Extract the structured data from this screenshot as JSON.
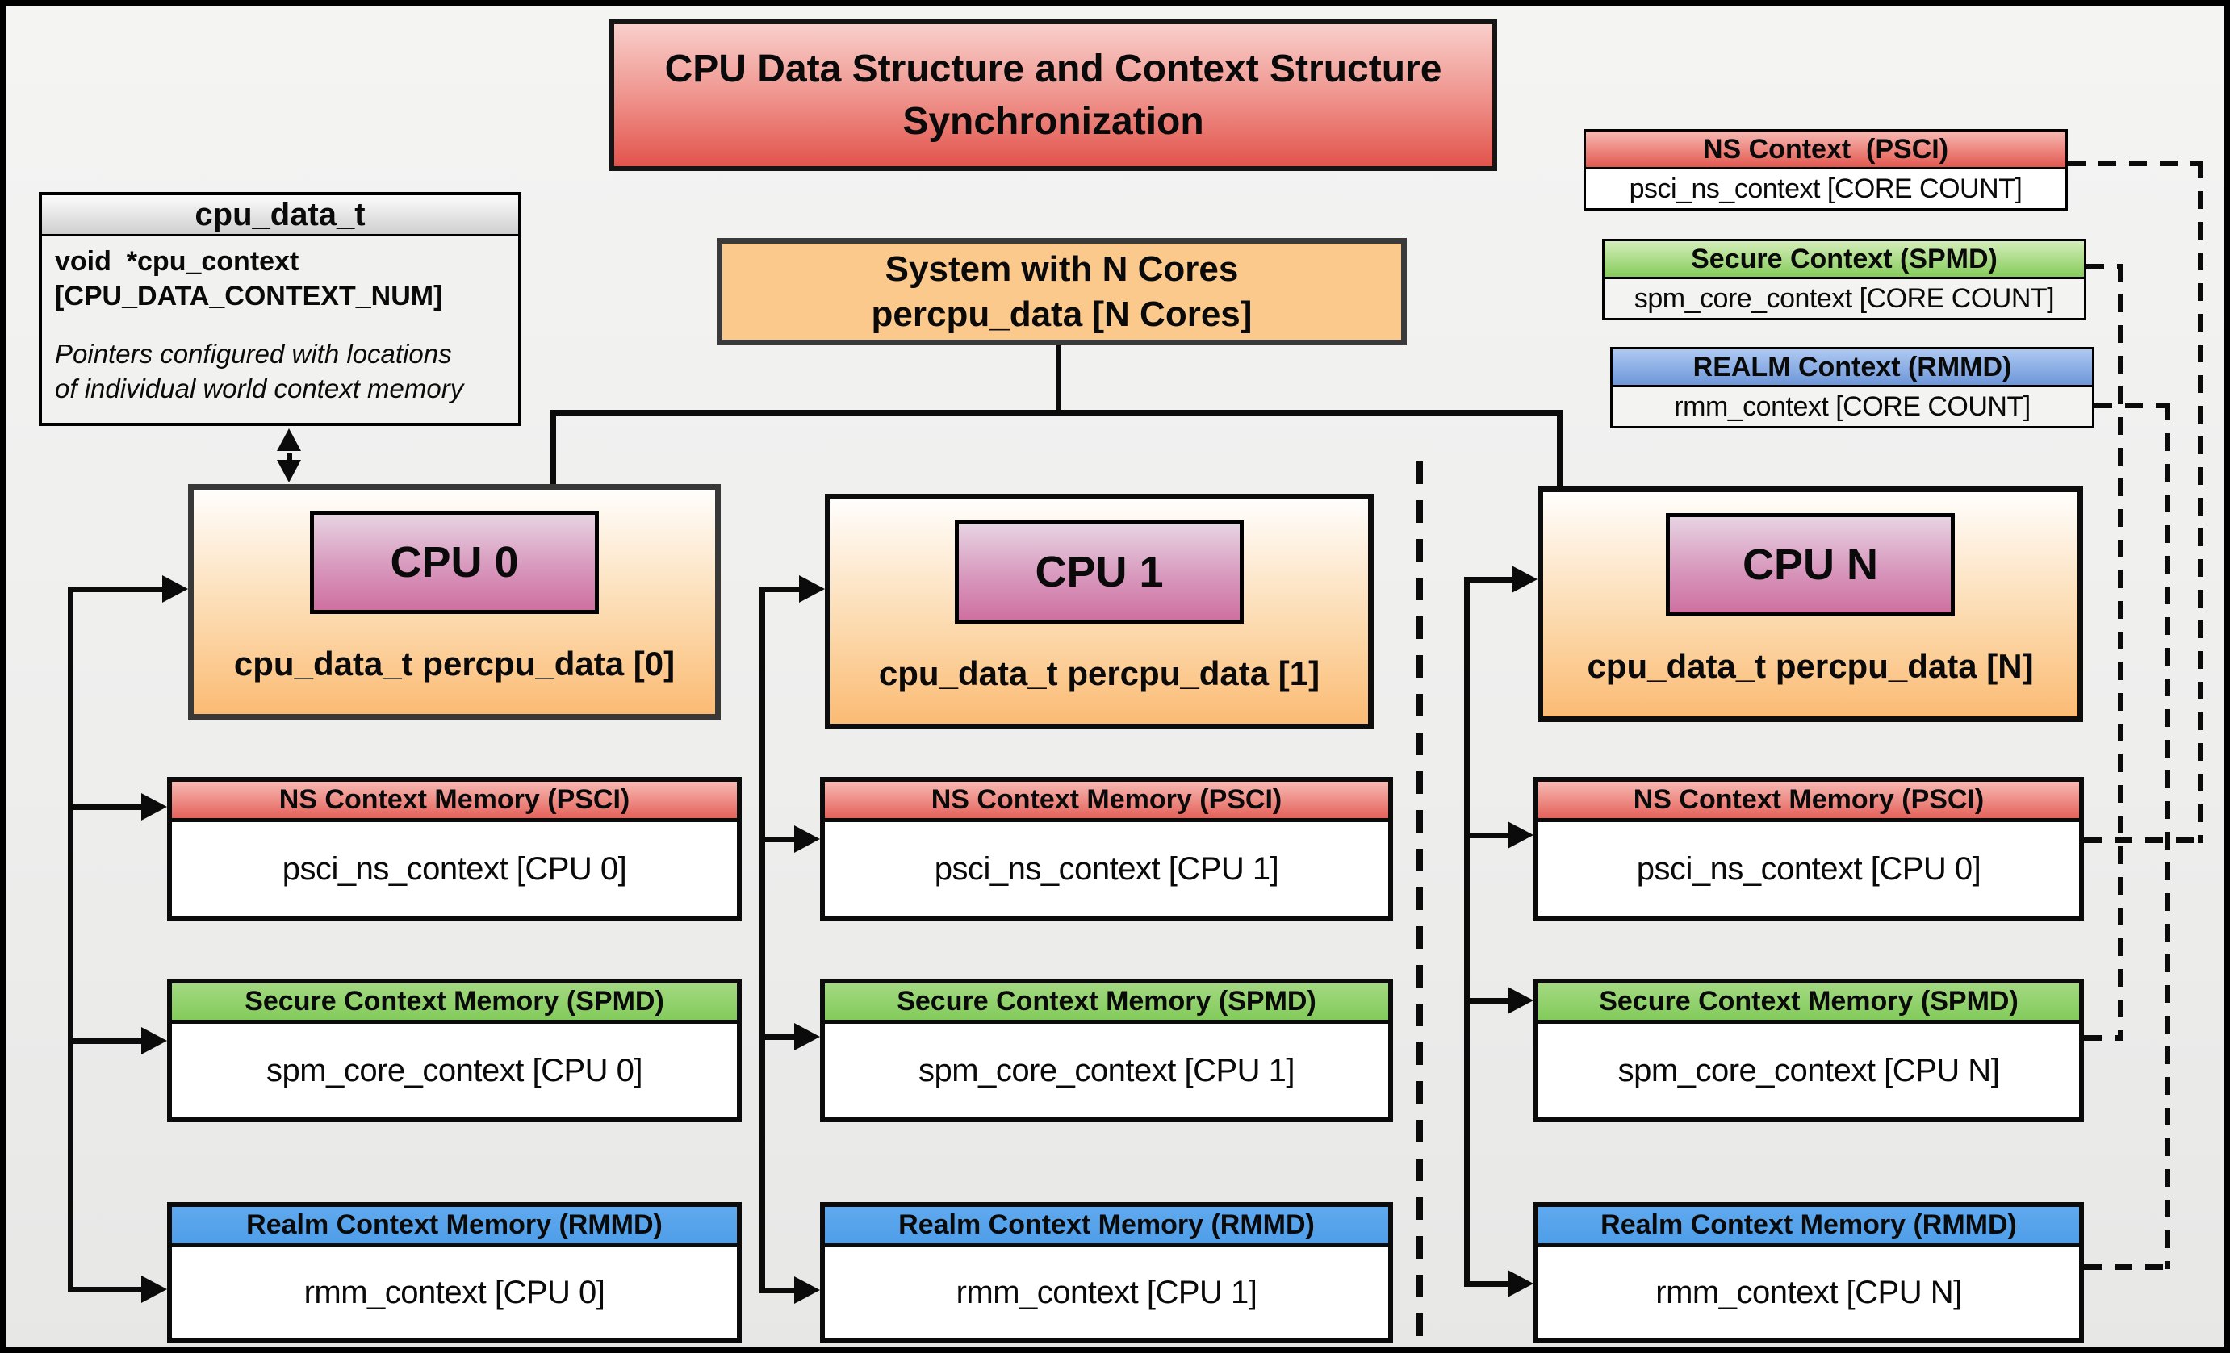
{
  "title": {
    "line1": "CPU Data Structure and Context Structure",
    "line2": "Synchronization"
  },
  "cpu_data_t_box": {
    "header": "cpu_data_t",
    "field_line1": "void  *cpu_context",
    "field_line2": "[CPU_DATA_CONTEXT_NUM]",
    "note_line1": "Pointers configured with locations",
    "note_line2": "of individual world context memory"
  },
  "system_box": {
    "line1": "System with N Cores",
    "line2": "percpu_data [N Cores]"
  },
  "legend": {
    "ns": {
      "header": "NS Context  (PSCI)",
      "body": "psci_ns_context [CORE COUNT]"
    },
    "secure": {
      "header": "Secure Context (SPMD)",
      "body": "spm_core_context [CORE COUNT]"
    },
    "realm": {
      "header": "REALM Context (RMMD)",
      "body": "rmm_context [CORE COUNT]"
    }
  },
  "cpus": [
    {
      "name": "CPU 0",
      "data_label": "cpu_data_t percpu_data [0]",
      "ns": {
        "header": "NS Context Memory (PSCI)",
        "body": "psci_ns_context [CPU 0]"
      },
      "secure": {
        "header": "Secure Context Memory (SPMD)",
        "body": "spm_core_context [CPU 0]"
      },
      "realm": {
        "header": "Realm Context Memory (RMMD)",
        "body": "rmm_context [CPU 0]"
      }
    },
    {
      "name": "CPU 1",
      "data_label": "cpu_data_t percpu_data [1]",
      "ns": {
        "header": "NS Context Memory (PSCI)",
        "body": "psci_ns_context [CPU 1]"
      },
      "secure": {
        "header": "Secure Context Memory (SPMD)",
        "body": "spm_core_context [CPU 1]"
      },
      "realm": {
        "header": "Realm Context Memory (RMMD)",
        "body": "rmm_context [CPU 1]"
      }
    },
    {
      "name": "CPU N",
      "data_label": "cpu_data_t percpu_data [N]",
      "ns": {
        "header": "NS Context Memory (PSCI)",
        "body": "psci_ns_context [CPU 0]"
      },
      "secure": {
        "header": "Secure Context Memory (SPMD)",
        "body": "spm_core_context [CPU N]"
      },
      "realm": {
        "header": "Realm Context Memory (RMMD)",
        "body": "rmm_context [CPU N]"
      }
    }
  ],
  "colors": {
    "title_red": "#e2544c",
    "ns_red": "#e4625a",
    "secure_green": "#83cb5b",
    "realm_blue": "#57a4ec",
    "system_orange": "#fcc98c",
    "cpu_chip_pink": "#cf70a0"
  }
}
